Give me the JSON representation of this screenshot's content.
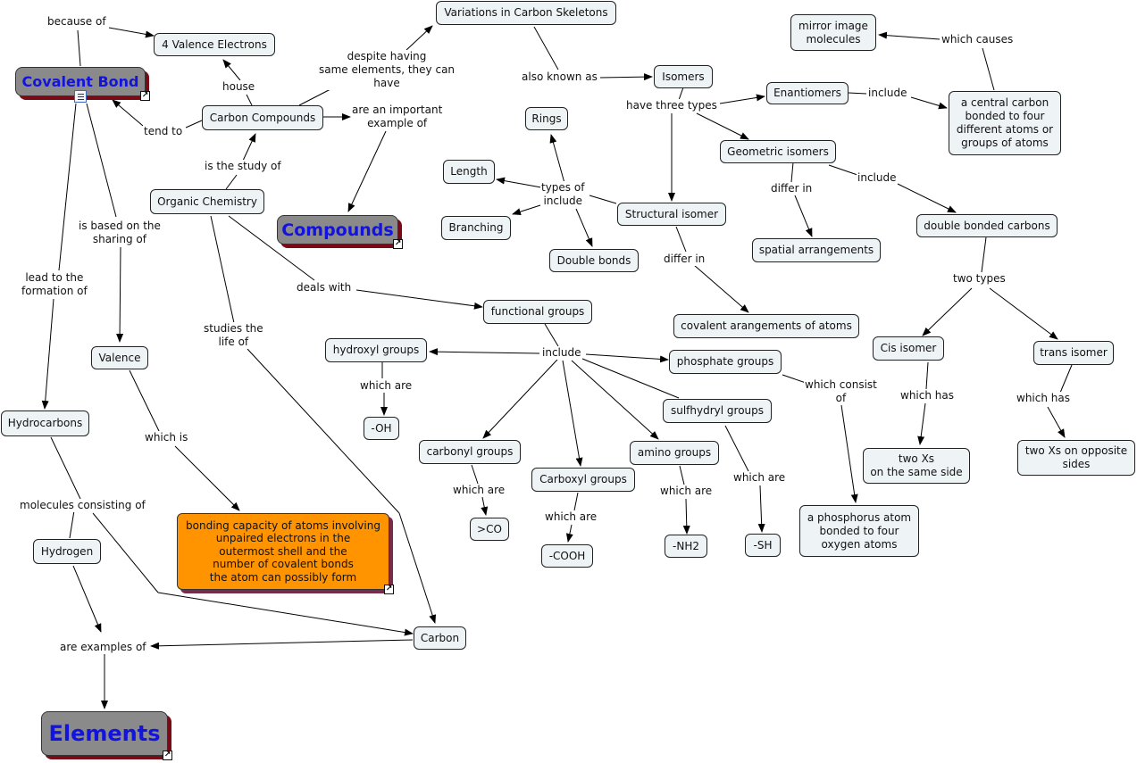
{
  "colors": {
    "big_text": "#1313e0",
    "big_fill": "#8a8a8a",
    "big_shadow": "#7a0b16",
    "orange_fill": "#ff9400",
    "node_fill": "#eef3f6"
  },
  "icons": {
    "link_arrow": "↗",
    "doc": "document-icon"
  },
  "big_nodes": {
    "covalent_bond": "Covalent Bond",
    "compounds": "Compounds",
    "elements": "Elements"
  },
  "nodes": {
    "valence_electrons": "4 Valence Electrons",
    "carbon_compounds": "Carbon Compounds",
    "variations": "Variations in Carbon Skeletons",
    "isomers": "Isomers",
    "mirror_image": "mirror image\nmolecules",
    "enantiomers": "Enantiomers",
    "central_carbon": "a central carbon\nbonded to four\ndifferent atoms or\ngroups of atoms",
    "geometric": "Geometric isomers",
    "structural": "Structural isomer",
    "rings": "Rings",
    "length": "Length",
    "branching": "Branching",
    "double_bonds": "Double bonds",
    "spatial": "spatial arrangements",
    "double_bonded": "double bonded carbons",
    "covalent_arrangements": "covalent arangements of atoms",
    "cis": "Cis isomer",
    "trans": "trans isomer",
    "two_xs_same": "two Xs\non the same side",
    "two_xs_opposite": "two Xs on opposite\nsides",
    "organic_chemistry": "Organic Chemistry",
    "functional_groups": "functional groups",
    "hydroxyl": "hydroxyl groups",
    "oh": "-OH",
    "phosphate": "phosphate groups",
    "sulfhydryl": "sulfhydryl groups",
    "carbonyl": "carbonyl groups",
    "carboxyl": "Carboxyl groups",
    "amino": "amino groups",
    "co": ">CO",
    "cooh": "-COOH",
    "nh2": "-NH2",
    "sh": "-SH",
    "phosphorus": "a phosphorus atom\nbonded to four\noxygen atoms",
    "valence": "Valence",
    "hydrocarbons": "Hydrocarbons",
    "hydrogen": "Hydrogen",
    "carbon": "Carbon",
    "bonding_capacity": "bonding capacity of atoms involving\nunpaired electrons in the\noutermost shell and the\nnumber of covalent bonds\nthe atom can possibly form"
  },
  "labels": {
    "because_of": "because of",
    "house": "house",
    "tend_to": "tend to",
    "despite": "despite having\nsame elements, they can\nhave",
    "important_example": "are an important\nexample of",
    "also_known_as": "also known as",
    "which_causes": "which causes",
    "have_three_types": "have three types",
    "include_enan": "include",
    "differ_in_geo": "differ in",
    "include_geo": "include",
    "types_of_include": "types of\ninclude",
    "differ_in_struct": "differ in",
    "two_types": "two types",
    "which_has_cis": "which has",
    "which_has_trans": "which has",
    "is_study_of": "is the study of",
    "deals_with": "deals with",
    "studies_life": "studies the\nlife of",
    "include_fg": "include",
    "which_are_oh": "which are",
    "which_are_co": "which are",
    "which_are_cooh": "which are",
    "which_are_nh2": "which are",
    "which_are_sh": "which are",
    "which_consist": "which consist\nof",
    "is_based_on": "is based on the\nsharing of",
    "lead_to": "lead to the\nformation of",
    "which_is": "which is",
    "molecules_consisting": "molecules consisting of",
    "are_examples": "are examples of"
  }
}
